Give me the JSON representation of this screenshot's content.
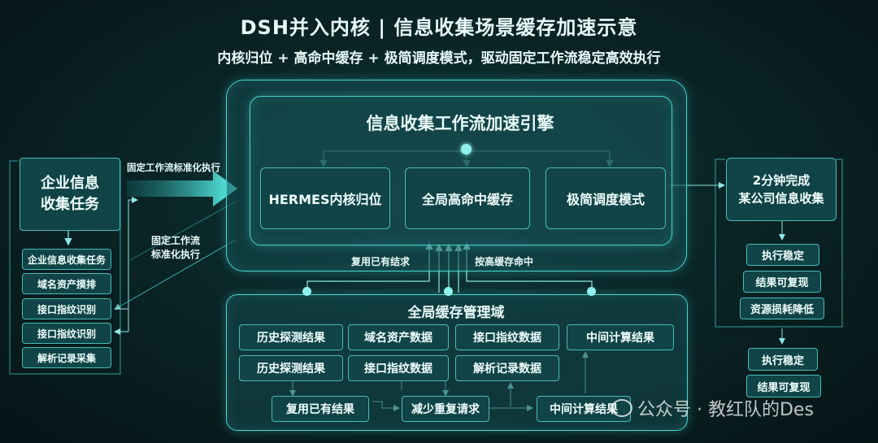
{
  "title": "DSH并入内核 | 信息收集场景缓存加速示意",
  "subtitle": "内核归位 + 高命中缓存 + 极简调度模式，驱动固定工作流稳定高效执行",
  "engine": {
    "title": "信息收集工作流加速引擎",
    "modules": [
      "HERMES内核归位",
      "全局高命中缓存",
      "极简调度模式"
    ]
  },
  "left": {
    "task_title": "企业信息\n收集任务",
    "items": [
      "企业信息收集任务",
      "域名资产摸排",
      "接口指纹识别",
      "接口指纹识别",
      "解析记录采集"
    ],
    "arrow_label_top": "固定工作流标准化执行",
    "arrow_label_mid": "固定工作流\n标准化执行"
  },
  "links": {
    "reuse_label": "复用已有结求",
    "hit_label": "按高缓存命中"
  },
  "cache": {
    "title": "全局缓存管理域",
    "row1": [
      "历史探测结果",
      "域名资产数据",
      "接口指纹数据",
      "中间计算结果"
    ],
    "row2": [
      "历史探测结果",
      "接口指纹数据",
      "解析记录数据"
    ],
    "row3": [
      "复用已有结果",
      "减少重复请求",
      "中间计算结果"
    ]
  },
  "right": {
    "result_title": "2分钟完成\n某公司信息收集",
    "items": [
      "执行稳定",
      "结果可复现",
      "资源损耗降低"
    ],
    "outer_items": [
      "执行稳定",
      "结果可复现"
    ]
  },
  "watermark": "公众号 · 教红队的Des",
  "colors": {
    "accent": "#46d6cf",
    "box": "#114447",
    "background": "#0a2527"
  }
}
